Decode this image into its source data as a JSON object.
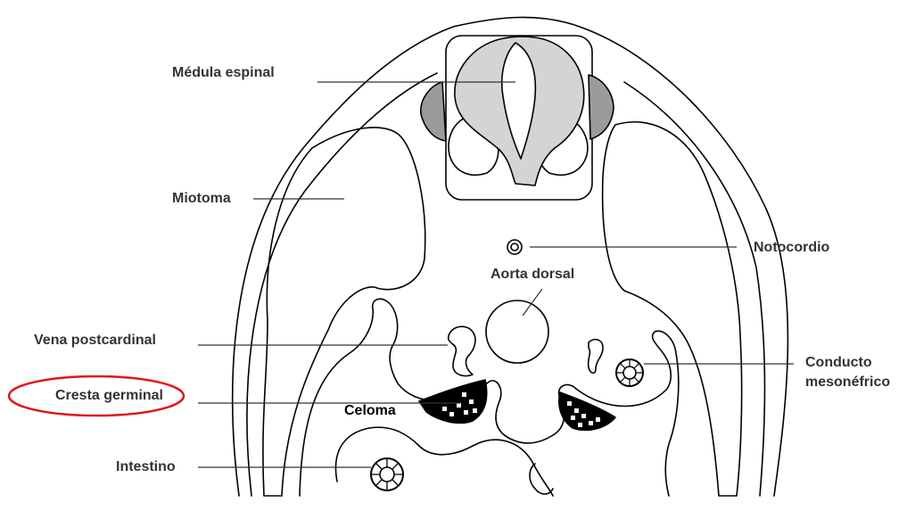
{
  "labels": {
    "medula": "Médula espinal",
    "miotoma": "Miotoma",
    "notocordio": "Notocordio",
    "aorta": "Aorta dorsal",
    "vena": "Vena postcardinal",
    "cresta": "Cresta germinal",
    "celoma": "Celoma",
    "intestino": "Intestino",
    "conducto_line1": "Conducto",
    "conducto_line2": "mesonéfrico"
  },
  "highlight": {
    "target": "Cresta germinal",
    "shape": "ellipse-outline",
    "color": "#e0141e"
  },
  "colors": {
    "outline": "#000000",
    "cord": "#d4d4d4",
    "ganglia": "#9b9b9b",
    "gonad": "#000000",
    "text": "#333333"
  }
}
